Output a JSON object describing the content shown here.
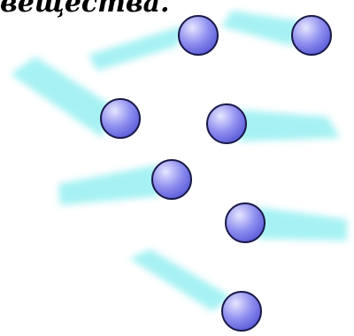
{
  "caption": "веществa.",
  "colors": {
    "trail": "#5fe6ea",
    "ball_light": "#e6e6ff",
    "ball_mid": "#8f8ff0",
    "ball_dark": "#5a5ad8",
    "ball_outline": "#1a1a4a",
    "background": "#ffffff"
  },
  "particles": [
    {
      "id": "p1"
    },
    {
      "id": "p2"
    },
    {
      "id": "p3"
    },
    {
      "id": "p4"
    },
    {
      "id": "p5"
    },
    {
      "id": "p6"
    },
    {
      "id": "p7"
    }
  ]
}
